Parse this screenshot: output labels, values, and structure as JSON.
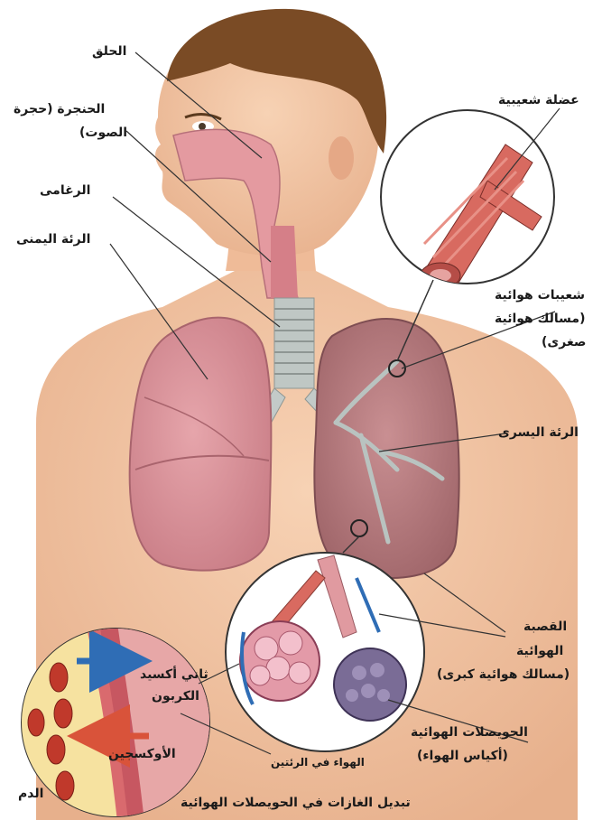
{
  "labels": {
    "pharynx": "الحلق",
    "larynx_1": "الحنجرة (حجرة",
    "larynx_2": "الصوت)",
    "trachea": "الرغامى",
    "right_lung": "الرئة اليمنى",
    "bronchial_muscle": "عضلة شعيبية",
    "bronchioles_1": "شعيبات هوائية",
    "bronchioles_2": "(مسالك هوائية",
    "bronchioles_3": "صغرى)",
    "left_lung": "الرئة اليسرى",
    "bronchus_1": "القصبة",
    "bronchus_2": "الهوائية",
    "bronchus_3": "(مسالك هوائية كبرى)",
    "alveoli_1": "الحويصلات الهوائية",
    "alveoli_2": "(أكياس الهواء)",
    "co2_1": "ثاني أكسيد",
    "co2_2": "الكربون",
    "oxygen": "الأوكسجين",
    "air_in_lungs": "الهواء في الرئتين",
    "blood": "الدم",
    "caption": "تبديل الغازات في الحويصلات الهوائية"
  },
  "colors": {
    "skin": "#f3c7a6",
    "hair": "#7a4b25",
    "lung": "#d98f95",
    "trachea": "#bfc7c4",
    "co2_arrow": "#2f6db5",
    "o2_arrow": "#d9533a"
  }
}
